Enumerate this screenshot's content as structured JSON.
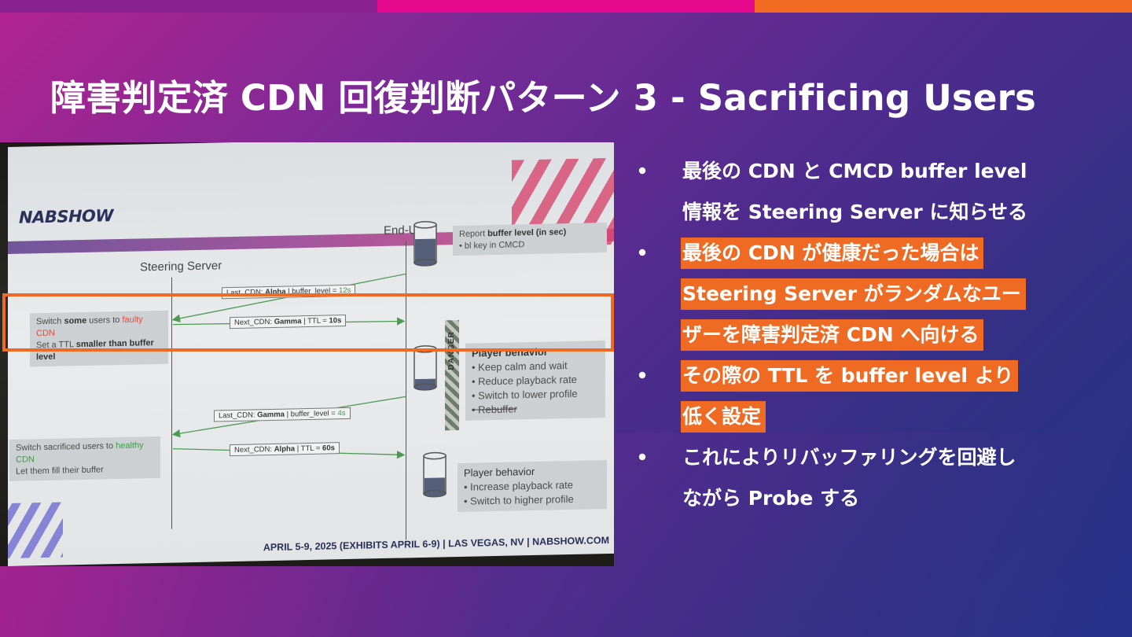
{
  "colors": {
    "bar_segment_1": "#8a2290",
    "bar_segment_2": "#e5088d",
    "bar_segment_3": "#f26a22",
    "highlight": "#ef6a22",
    "text": "#ffffff"
  },
  "title": "障害判定済 CDN 回復判断パターン 3 - Sacrificing Users",
  "photo": {
    "logo": "NABSHOW",
    "steering_server_label": "Steering Server",
    "end_user_label": "End-User",
    "report_box": {
      "line1_prefix": "Report ",
      "line1_bold": "buffer level (in sec)",
      "line2": "• bl key in CMCD"
    },
    "switch_faulty_box": {
      "line1_a": "Switch ",
      "line1_bold": "some",
      "line1_b": " users to ",
      "line1_red": "faulty CDN",
      "line2_a": "Set a TTL ",
      "line2_bold": "smaller than buffer level"
    },
    "switch_healthy_box": {
      "line1_a": "Switch sacrificed users to ",
      "line1_green": "healthy CDN",
      "line2": "Let them fill their buffer"
    },
    "arrow_1": {
      "text_a": "Last_CDN: ",
      "text_bold": "Alpha",
      "text_b": " | buffer_level = ",
      "text_green": "12s"
    },
    "arrow_2": {
      "text_a": "Next_CDN: ",
      "text_bold": "Gamma",
      "text_b": " | TTL = ",
      "text_bold2": "10s"
    },
    "arrow_3": {
      "text_a": "Last_CDN: ",
      "text_bold": "Gamma",
      "text_b": " | buffer_level = ",
      "text_green": "4s"
    },
    "arrow_4": {
      "text_a": "Next_CDN: ",
      "text_bold": "Alpha",
      "text_b": " | TTL = ",
      "text_bold2": "60s"
    },
    "danger_label": "DANGER",
    "behavior_1": {
      "title": "Player behavior",
      "items": [
        "Keep calm and wait",
        "Reduce playback rate",
        "Switch to lower profile",
        "Rebuffer"
      ]
    },
    "behavior_2": {
      "title": "Player behavior",
      "items": [
        "Increase playback rate",
        "Switch to higher profile"
      ]
    },
    "footer": "APRIL 5-9, 2025 (EXHIBITS APRIL 6-9) | LAS VEGAS, NV | NABSHOW.COM"
  },
  "bullets": [
    {
      "lines": [
        "最後の CDN と CMCD buffer level",
        "情報を Steering Server に知らせる"
      ],
      "highlighted": false
    },
    {
      "lines": [
        "最後の CDN が健康だった場合は",
        "Steering Server がランダムなユー",
        "ザーを障害判定済 CDN へ向ける"
      ],
      "highlighted": true
    },
    {
      "lines": [
        "その際の TTL を buffer level より",
        "低く設定"
      ],
      "highlighted": true
    },
    {
      "lines": [
        "これによりリバッファリングを回避し",
        "ながら Probe する"
      ],
      "highlighted": false
    }
  ]
}
